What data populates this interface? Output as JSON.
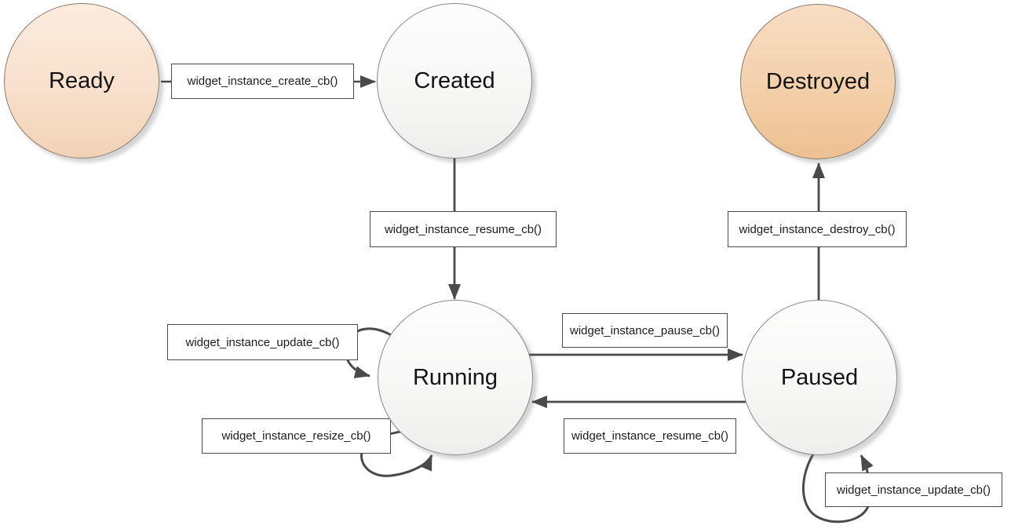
{
  "diagram": {
    "kind": "state-diagram",
    "subject": "widget instance lifecycle",
    "states": [
      {
        "id": "ready",
        "label": "Ready",
        "variant": "peach-light"
      },
      {
        "id": "created",
        "label": "Created",
        "variant": "white"
      },
      {
        "id": "destroyed",
        "label": "Destroyed",
        "variant": "peach-dark"
      },
      {
        "id": "running",
        "label": "Running",
        "variant": "white"
      },
      {
        "id": "paused",
        "label": "Paused",
        "variant": "white"
      }
    ],
    "transitions": [
      {
        "from": "Ready",
        "to": "Created",
        "label": "widget_instance_create_cb()"
      },
      {
        "from": "Created",
        "to": "Running",
        "label": "widget_instance_resume_cb()"
      },
      {
        "from": "Running",
        "to": "Running",
        "label": "widget_instance_update_cb()"
      },
      {
        "from": "Running",
        "to": "Running",
        "label": "widget_instance_resize_cb()"
      },
      {
        "from": "Running",
        "to": "Paused",
        "label": "widget_instance_pause_cb()"
      },
      {
        "from": "Paused",
        "to": "Running",
        "label": "widget_instance_resume_cb()"
      },
      {
        "from": "Paused",
        "to": "Destroyed",
        "label": "widget_instance_destroy_cb()"
      },
      {
        "from": "Paused",
        "to": "Paused",
        "label": "widget_instance_update_cb()"
      }
    ],
    "colors": {
      "arrow": "#4a4a4a",
      "box_border": "#4a4a4a",
      "box_background": "#ffffff",
      "state_fill_ready_top": "#fcecdf",
      "state_fill_ready_bottom": "#f2d2b6",
      "state_fill_destroyed_top": "#f8ddc4",
      "state_fill_destroyed_bottom": "#eec091",
      "state_fill_default_top": "#fdfdfd",
      "state_fill_default_bottom": "#eeeeec",
      "background": "#ffffff"
    }
  }
}
